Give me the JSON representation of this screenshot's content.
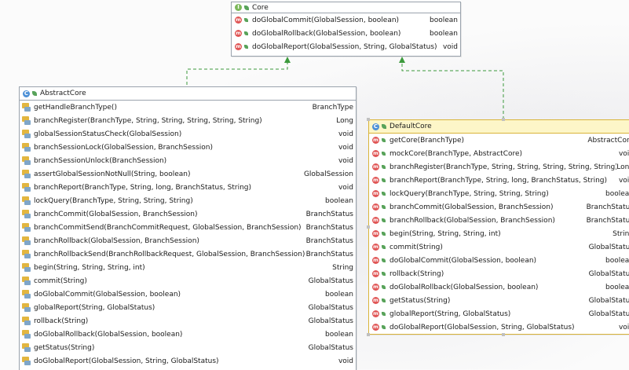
{
  "diagram": {
    "core": {
      "name": "Core",
      "methods": [
        {
          "name": "doGlobalCommit(GlobalSession, boolean)",
          "ret": "boolean"
        },
        {
          "name": "doGlobalRollback(GlobalSession, boolean)",
          "ret": "boolean"
        },
        {
          "name": "doGlobalReport(GlobalSession, String, GlobalStatus)",
          "ret": "void"
        }
      ]
    },
    "abstract_core": {
      "name": "AbstractCore",
      "methods": [
        {
          "name": "getHandleBranchType()",
          "ret": "BranchType"
        },
        {
          "name": "branchRegister(BranchType, String, String, String, String, String)",
          "ret": "Long"
        },
        {
          "name": "globalSessionStatusCheck(GlobalSession)",
          "ret": "void"
        },
        {
          "name": "branchSessionLock(GlobalSession, BranchSession)",
          "ret": "void"
        },
        {
          "name": "branchSessionUnlock(BranchSession)",
          "ret": "void"
        },
        {
          "name": "assertGlobalSessionNotNull(String, boolean)",
          "ret": "GlobalSession"
        },
        {
          "name": "branchReport(BranchType, String, long, BranchStatus, String)",
          "ret": "void"
        },
        {
          "name": "lockQuery(BranchType, String, String, String)",
          "ret": "boolean"
        },
        {
          "name": "branchCommit(GlobalSession, BranchSession)",
          "ret": "BranchStatus"
        },
        {
          "name": "branchCommitSend(BranchCommitRequest, GlobalSession, BranchSession)",
          "ret": "BranchStatus"
        },
        {
          "name": "branchRollback(GlobalSession, BranchSession)",
          "ret": "BranchStatus"
        },
        {
          "name": "branchRollbackSend(BranchRollbackRequest, GlobalSession, BranchSession)",
          "ret": "BranchStatus"
        },
        {
          "name": "begin(String, String, String, int)",
          "ret": "String"
        },
        {
          "name": "commit(String)",
          "ret": "GlobalStatus"
        },
        {
          "name": "doGlobalCommit(GlobalSession, boolean)",
          "ret": "boolean"
        },
        {
          "name": "globalReport(String, GlobalStatus)",
          "ret": "GlobalStatus"
        },
        {
          "name": "rollback(String)",
          "ret": "GlobalStatus"
        },
        {
          "name": "doGlobalRollback(GlobalSession, boolean)",
          "ret": "boolean"
        },
        {
          "name": "getStatus(String)",
          "ret": "GlobalStatus"
        },
        {
          "name": "doGlobalReport(GlobalSession, String, GlobalStatus)",
          "ret": "void"
        }
      ]
    },
    "default_core": {
      "name": "DefaultCore",
      "methods": [
        {
          "name": "getCore(BranchType)",
          "ret": "AbstractCore"
        },
        {
          "name": "mockCore(BranchType, AbstractCore)",
          "ret": "void"
        },
        {
          "name": "branchRegister(BranchType, String, String, String, String, String)",
          "ret": "Long"
        },
        {
          "name": "branchReport(BranchType, String, long, BranchStatus, String)",
          "ret": "void"
        },
        {
          "name": "lockQuery(BranchType, String, String, String)",
          "ret": "boolean"
        },
        {
          "name": "branchCommit(GlobalSession, BranchSession)",
          "ret": "BranchStatus"
        },
        {
          "name": "branchRollback(GlobalSession, BranchSession)",
          "ret": "BranchStatus"
        },
        {
          "name": "begin(String, String, String, int)",
          "ret": "String"
        },
        {
          "name": "commit(String)",
          "ret": "GlobalStatus"
        },
        {
          "name": "doGlobalCommit(GlobalSession, boolean)",
          "ret": "boolean"
        },
        {
          "name": "rollback(String)",
          "ret": "GlobalStatus"
        },
        {
          "name": "doGlobalRollback(GlobalSession, boolean)",
          "ret": "boolean"
        },
        {
          "name": "getStatus(String)",
          "ret": "GlobalStatus"
        },
        {
          "name": "globalReport(String, GlobalStatus)",
          "ret": "GlobalStatus"
        },
        {
          "name": "doGlobalReport(GlobalSession, String, GlobalStatus)",
          "ret": "void"
        }
      ]
    }
  }
}
